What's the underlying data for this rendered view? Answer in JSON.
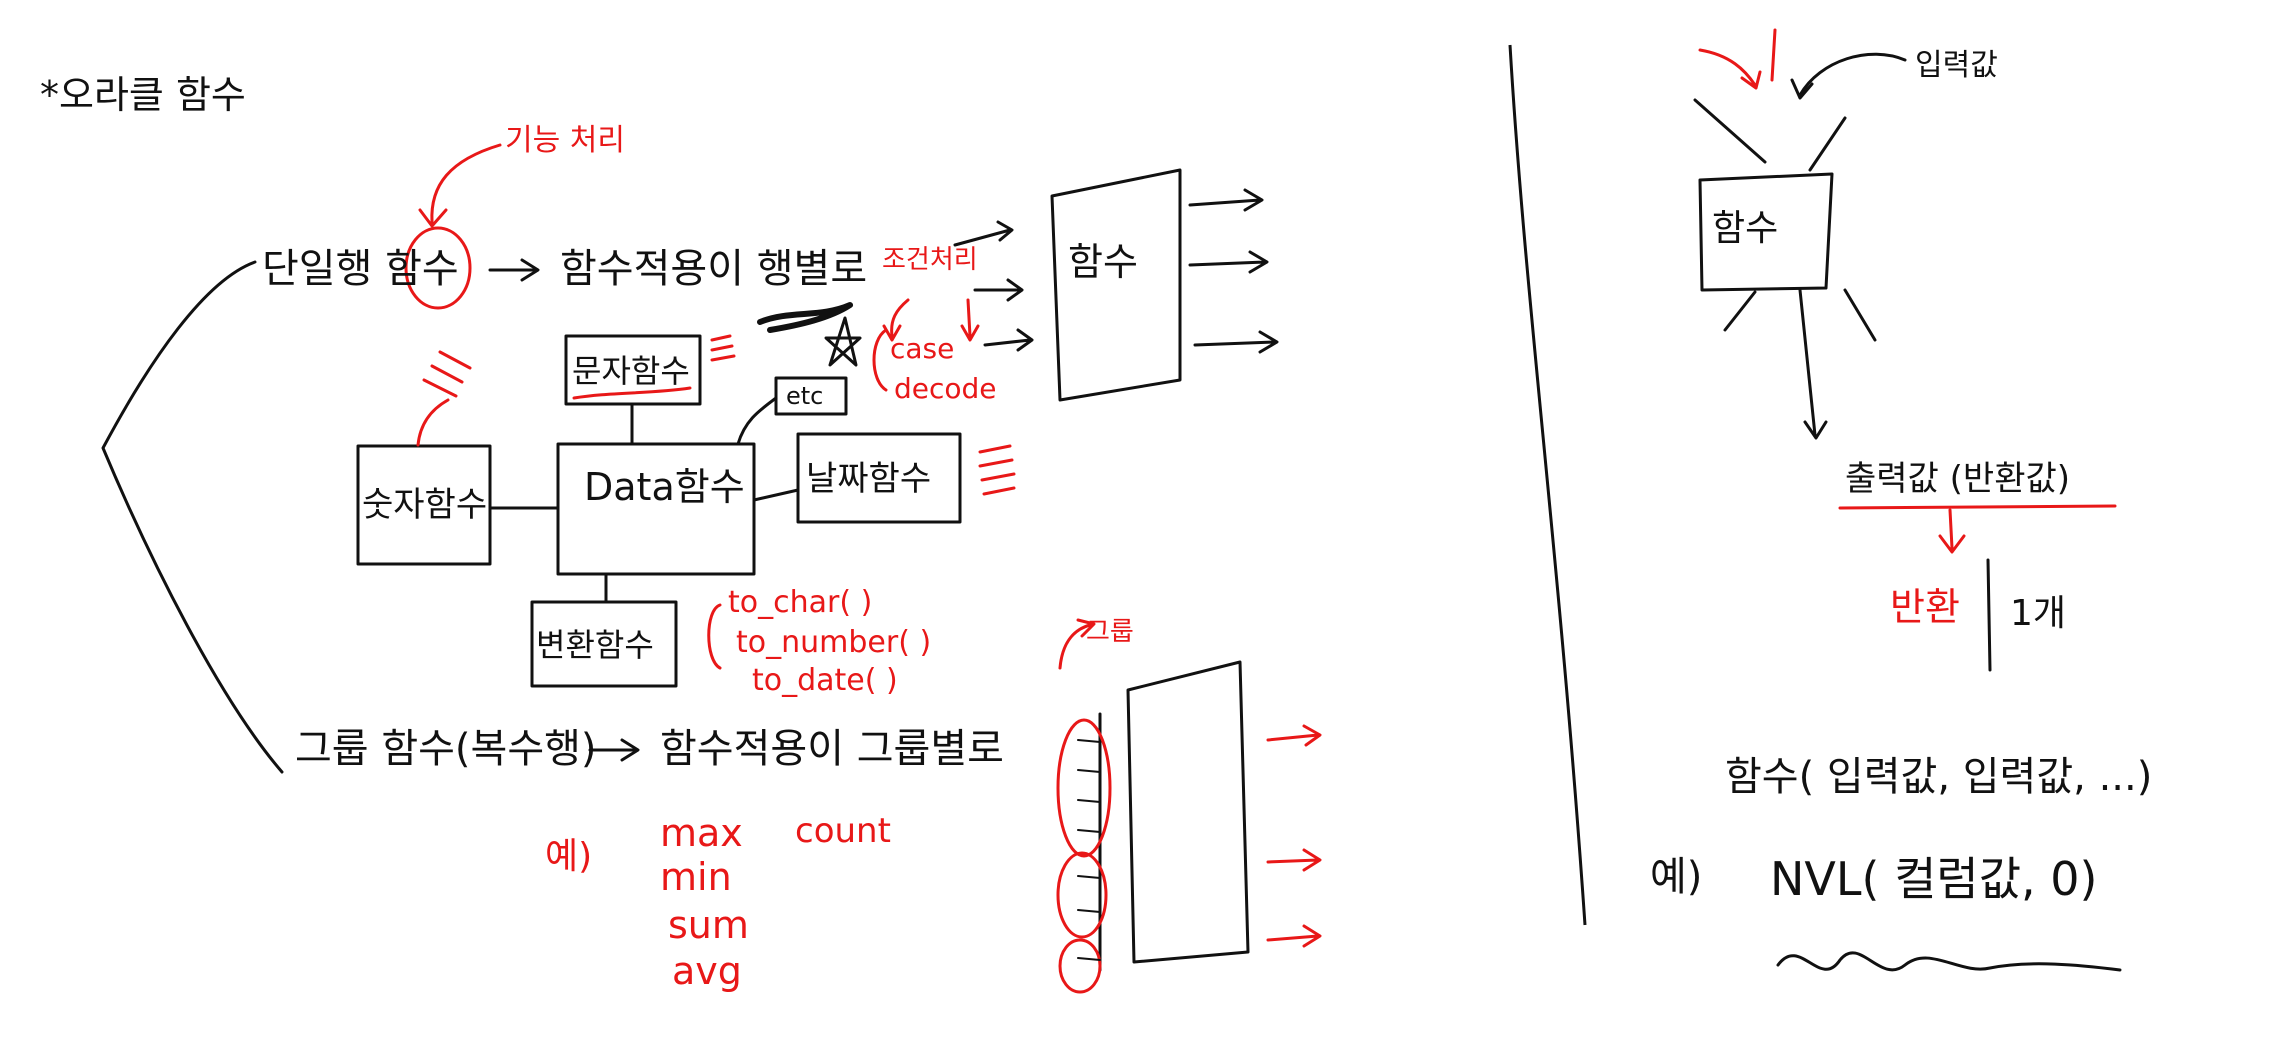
{
  "colors": {
    "ink": "#111111",
    "accent": "#e81818",
    "background": "#ffffff"
  },
  "left_panel": {
    "title": "*오라클 함수",
    "note_function_process": "기능 처리",
    "single_row": {
      "label": "단일행 함수",
      "result": "함수적용이 행별로"
    },
    "case_note": "조건처리",
    "case_keyword": "case",
    "decode_keyword": "decode",
    "etc_box": "etc",
    "function_box": "함수",
    "string_box": "문자함수",
    "number_box": "숫자함수",
    "data_box": "Data함수",
    "datetime_box": "날짜함수",
    "convert_box": "변환함수",
    "convert_items": [
      "to_char( )",
      "to_number( )",
      "to_date( )"
    ],
    "group": {
      "label": "그룹 함수(복수행)",
      "result": "함수적용이 그룹별로"
    },
    "group_note": "그룹",
    "example_label": "예)",
    "group_examples": [
      "max",
      "min",
      "sum",
      "avg"
    ],
    "count_keyword": "count"
  },
  "right_panel": {
    "input_label": "입력값",
    "function_box": "함수",
    "output_label": "출력값 (반환값)",
    "return_label": "반환",
    "return_count": "1개",
    "syntax": "함수( 입력값, 입력값, ...)",
    "example_label": "예)",
    "example_call": "NVL( 컬럼값, 0)"
  }
}
